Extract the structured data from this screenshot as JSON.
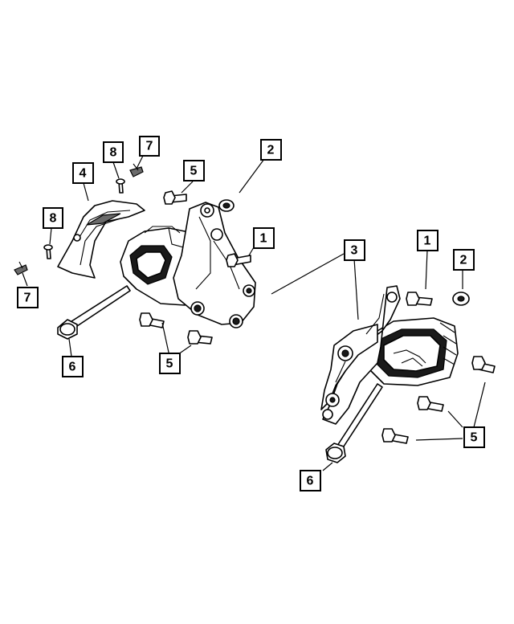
{
  "callouts": [
    {
      "id": "c8-top",
      "label": "8"
    },
    {
      "id": "c7-top",
      "label": "7"
    },
    {
      "id": "c4",
      "label": "4"
    },
    {
      "id": "c5-top",
      "label": "5"
    },
    {
      "id": "c2-left",
      "label": "2"
    },
    {
      "id": "c8-left",
      "label": "8"
    },
    {
      "id": "c1-left",
      "label": "1"
    },
    {
      "id": "c7-left",
      "label": "7"
    },
    {
      "id": "c6-left",
      "label": "6"
    },
    {
      "id": "c5-mid",
      "label": "5"
    },
    {
      "id": "c3",
      "label": "3"
    },
    {
      "id": "c1-right",
      "label": "1"
    },
    {
      "id": "c2-right",
      "label": "2"
    },
    {
      "id": "c5-right",
      "label": "5"
    },
    {
      "id": "c6-right",
      "label": "6"
    }
  ],
  "colors": {
    "line": "#000000",
    "background": "#ffffff",
    "shadow": "#1a1a1a"
  }
}
